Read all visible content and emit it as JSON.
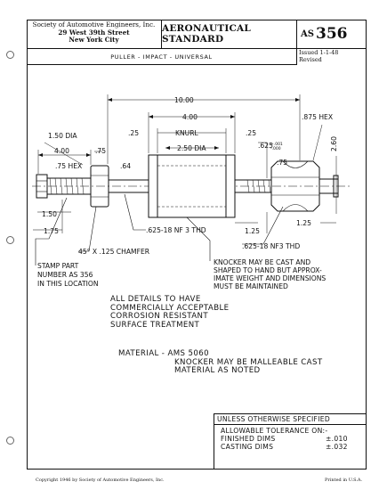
{
  "header": {
    "org_line1": "Society of Automotive Engineers, Inc.",
    "org_line2": "29 West 39th Street",
    "org_line3": "New York City",
    "title": "AERONAUTICAL STANDARD",
    "prefix": "AS",
    "number": "356",
    "subtitle": "PULLER - IMPACT - UNIVERSAL",
    "issued": "Issued 1-1-48",
    "revised": "Revised"
  },
  "drawing": {
    "dims": {
      "overall": "10.00",
      "body": "4.00",
      "knurl": "KNURL",
      "l25": ".25",
      "r25": ".25",
      "hex875": ".875 HEX",
      "dia150": "1.50 DIA",
      "len400": "4.00",
      "d75a": ".75",
      "hex75": ".75 HEX",
      "d64": ".64",
      "dia250": "2.50 DIA",
      "tol625": ".625",
      "tol625_sup": "+.001",
      "tol625_sub": "-.000",
      "d75b": ".75",
      "d150b": "1.50",
      "d175": "1.75",
      "d125a": "1.25",
      "d125b": "1.25",
      "d260": "2.60",
      "thd1": ".625-18 NF 3 THD",
      "thd2": ".625-18 NF3 THD",
      "chamfer": "45° X .125 CHAMFER"
    },
    "stamp_note": [
      "STAMP PART",
      "NUMBER AS 356",
      "IN THIS LOCATION"
    ],
    "knocker_note": [
      "KNOCKER MAY BE CAST AND",
      "SHAPED TO HAND BUT APPROX-",
      "IMATE WEIGHT AND DIMENSIONS",
      "MUST BE MAINTAINED"
    ]
  },
  "notes": [
    "ALL DETAILS TO HAVE",
    "COMMERCIALLY ACCEPTABLE",
    "CORROSION RESISTANT",
    "SURFACE TREATMENT"
  ],
  "material": {
    "line1": "MATERIAL - AMS 5060",
    "line2": "KNOCKER MAY BE MALLEABLE CAST",
    "line3": "MATERIAL AS NOTED"
  },
  "tolerance": {
    "header": "UNLESS OTHERWISE SPECIFIED",
    "title": "ALLOWABLE TOLERANCE ON:-",
    "rows": [
      {
        "label": "FINISHED DIMS",
        "value": "±.010"
      },
      {
        "label": "CASTING DIMS",
        "value": "±.032"
      }
    ]
  },
  "footer": {
    "copyright": "Copyright 1946 by Society of Automotive Engineers, Inc.",
    "printed": "Printed in U.S.A."
  }
}
